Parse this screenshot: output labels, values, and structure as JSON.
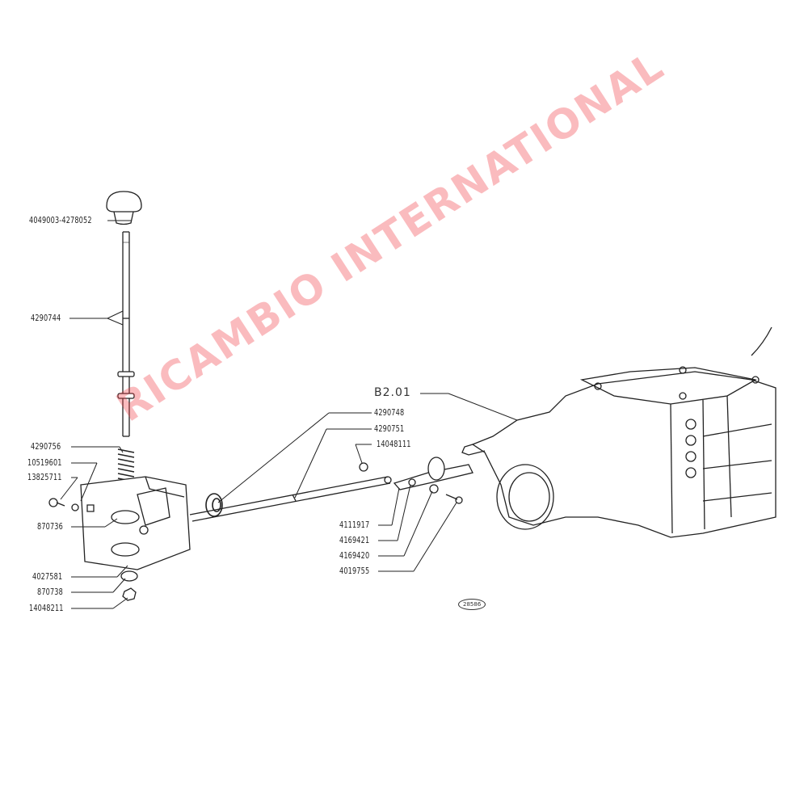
{
  "diagram": {
    "reference_code": "B2.01",
    "figure_number": "28586",
    "watermark": "RICAMBIO INTERNATIONAL",
    "watermark_color": "#f03c46",
    "parts": {
      "knob": "4049003-4278052",
      "lever": "4290744",
      "spring": "4290756",
      "bracket_bolt_a": "10519601",
      "bracket_bolt_b": "13825711",
      "upper_bush": "870736",
      "lower_cup": "4027581",
      "lower_bush": "870738",
      "nut": "14048211",
      "rod": "4290748",
      "rod_sleeve": "4290751",
      "rod_nut": "14048111",
      "link_plate": "4111917",
      "washer_a": "4169421",
      "washer_b": "4169420",
      "clevis_bolt": "4019755"
    }
  }
}
